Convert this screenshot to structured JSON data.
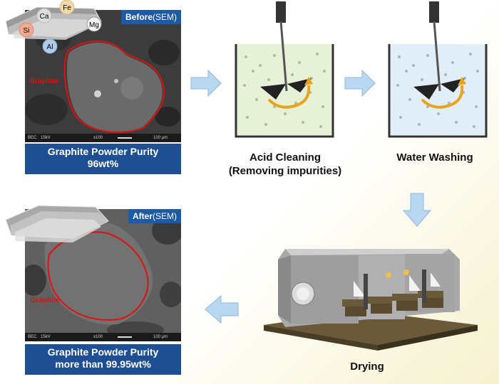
{
  "before": {
    "tag_bold": "Before",
    "tag_rest": "(SEM)",
    "region_label": "Graphite",
    "scale_mode": "BEC",
    "scale_kv": "15kV",
    "scale_mag": "x100",
    "scale_len": "100 µm",
    "caption_line1": "Graphite Powder Purity",
    "caption_line2": "96wt%",
    "elements": [
      "Si",
      "Ca",
      "Fe",
      "Mg",
      "Al"
    ]
  },
  "after": {
    "tag_bold": "After",
    "tag_rest": "(SEM)",
    "region_label": "Graphite",
    "scale_mode": "BEC",
    "scale_kv": "15kV",
    "scale_mag": "x100",
    "scale_len": "100 µm",
    "caption_line1": "Graphite Powder Purity",
    "caption_line2": "more than 99.95wt%"
  },
  "steps": {
    "acid_line1": "Acid Cleaning",
    "acid_line2": "(Removing impurities)",
    "water": "Water Washing",
    "drying": "Drying"
  },
  "colors": {
    "caption_bg": "#1f4f93",
    "tag_bg": "#1f5aa6",
    "outline": "#e01010",
    "arrow": "#b9d7f0",
    "acid_liquid": "#e6f1d8",
    "water_liquid": "#e1eef8"
  }
}
